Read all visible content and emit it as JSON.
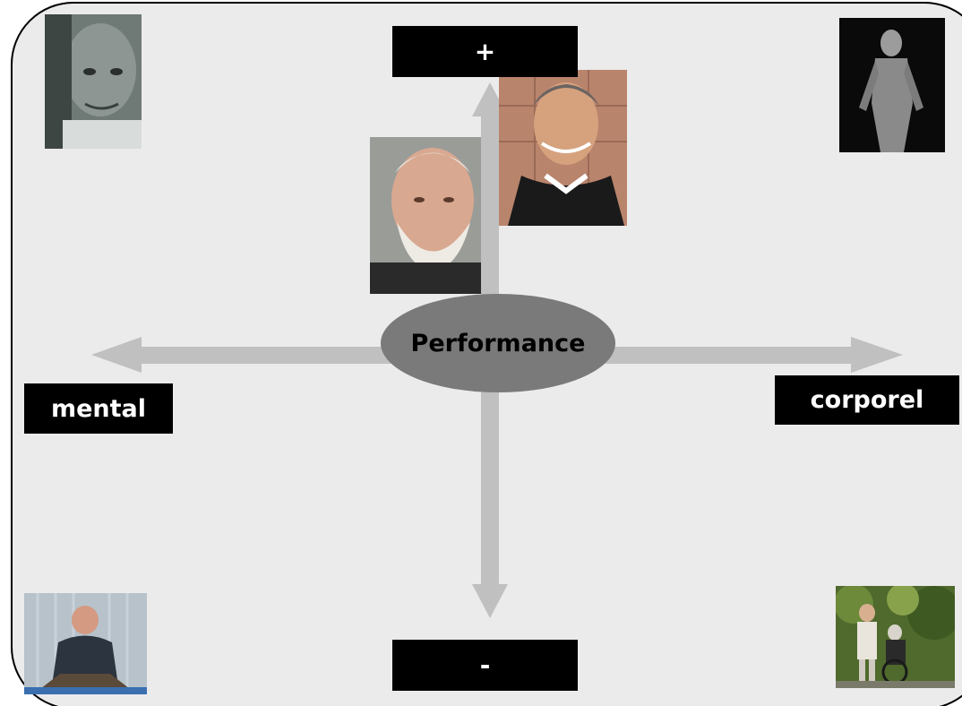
{
  "diagram": {
    "center_label": "Performance",
    "top_label": "+",
    "bottom_label": "-",
    "left_label": "mental",
    "right_label": "corporel",
    "colors": {
      "panel_background": "#ebebeb",
      "arrow": "#c0c0c0",
      "center_ellipse": "#7a7a7a",
      "label_box": "#000000",
      "label_text": "#ffffff"
    }
  },
  "photos": {
    "top_left": {
      "description_icon": "elderly-woman-photo"
    },
    "top_right": {
      "description_icon": "athletic-man-photo"
    },
    "center_left": {
      "description_icon": "older-bearded-man-photo"
    },
    "center_right": {
      "description_icon": "smiling-man-photo"
    },
    "bottom_left": {
      "description_icon": "distressed-man-photo"
    },
    "bottom_right": {
      "description_icon": "wheelchair-walk-photo"
    }
  }
}
